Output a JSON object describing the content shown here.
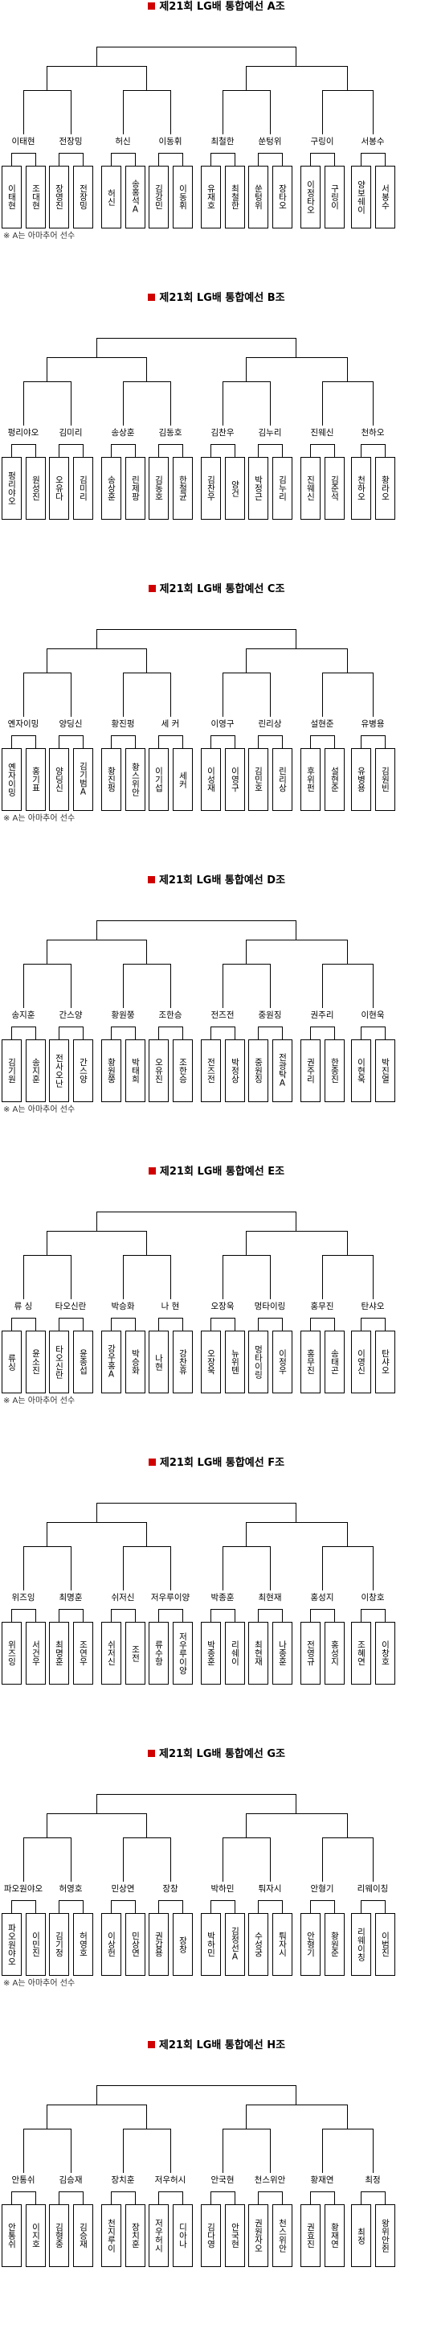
{
  "note_text": "※ A는 아마추어 선수",
  "groups": [
    {
      "title": "제21회 LG배 통합예선 A조",
      "note": true,
      "matches": [
        {
          "winner": "이태현",
          "players": [
            "이태현",
            "조대현"
          ]
        },
        {
          "winner": "전장밍",
          "players": [
            "장영진",
            "전장밍"
          ]
        },
        {
          "winner": "허신",
          "players": [
            "허신",
            "송홍석A"
          ]
        },
        {
          "winner": "이동휘",
          "players": [
            "김강민",
            "이동휘"
          ]
        },
        {
          "winner": "최철한",
          "players": [
            "유재호",
            "최철한"
          ]
        },
        {
          "winner": "쑨텅위",
          "players": [
            "쑨텅위",
            "장타오"
          ]
        },
        {
          "winner": "구링이",
          "players": [
            "이정타오",
            "구링이"
          ]
        },
        {
          "winner": "서봉수",
          "players": [
            "양보쉐이",
            "서봉수"
          ]
        }
      ]
    },
    {
      "title": "제21회 LG배 통합예선 B조",
      "note": false,
      "matches": [
        {
          "winner": "펑리야오",
          "players": [
            "펑리야오",
            "원성진"
          ]
        },
        {
          "winner": "김미리",
          "players": [
            "오유다",
            "김미리"
          ]
        },
        {
          "winner": "송상훈",
          "players": [
            "송상훈",
            "린제팡"
          ]
        },
        {
          "winner": "김동호",
          "players": [
            "김동호",
            "한철균"
          ]
        },
        {
          "winner": "김찬우",
          "players": [
            "김찬우",
            "양건"
          ]
        },
        {
          "winner": "김누리",
          "players": [
            "박정근",
            "김누리"
          ]
        },
        {
          "winner": "진웨신",
          "players": [
            "진웨신",
            "김준석"
          ]
        },
        {
          "winner": "천하오",
          "players": [
            "천하오",
            "황라오"
          ]
        }
      ]
    },
    {
      "title": "제21회 LG배 통합예선 C조",
      "note": true,
      "matches": [
        {
          "winner": "옌자이밍",
          "players": [
            "옌자이밍",
            "홍기표"
          ]
        },
        {
          "winner": "양딩신",
          "players": [
            "양딩신",
            "김기범A"
          ]
        },
        {
          "winner": "황진펑",
          "players": [
            "황진펑",
            "황스위안"
          ]
        },
        {
          "winner": "세 커",
          "players": [
            "이기섭",
            "세커"
          ]
        },
        {
          "winner": "이영구",
          "players": [
            "이성재",
            "이영구"
          ]
        },
        {
          "winner": "린리상",
          "players": [
            "김민호",
            "린리상"
          ]
        },
        {
          "winner": "설현준",
          "players": [
            "후위펀",
            "설현준"
          ]
        },
        {
          "winner": "유병용",
          "players": [
            "유병용",
            "김원빈"
          ]
        }
      ]
    },
    {
      "title": "제21회 LG배 통합예선 D조",
      "note": true,
      "matches": [
        {
          "winner": "송지훈",
          "players": [
            "김기원",
            "송지훈"
          ]
        },
        {
          "winner": "간스양",
          "players": [
            "전사오난",
            "간스양"
          ]
        },
        {
          "winner": "황원쭝",
          "players": [
            "황원쭝",
            "박태희"
          ]
        },
        {
          "winner": "조한승",
          "players": [
            "오유진",
            "조한승"
          ]
        },
        {
          "winner": "전즈전",
          "players": [
            "전즈전",
            "박정상"
          ]
        },
        {
          "winner": "중원징",
          "players": [
            "중원징",
            "전광탁A"
          ]
        },
        {
          "winner": "권주리",
          "players": [
            "권주리",
            "한종진"
          ]
        },
        {
          "winner": "이현욱",
          "players": [
            "이현욱",
            "박진열"
          ]
        }
      ]
    },
    {
      "title": "제21회 LG배 통합예선 E조",
      "note": true,
      "matches": [
        {
          "winner": "류 싱",
          "players": [
            "류싱",
            "윤소진"
          ]
        },
        {
          "winner": "타오신란",
          "players": [
            "타오신란",
            "윤종섭"
          ]
        },
        {
          "winner": "박승화",
          "players": [
            "강우홍A",
            "박승화"
          ]
        },
        {
          "winner": "나 현",
          "players": [
            "나현",
            "강찬휴"
          ]
        },
        {
          "winner": "오장욱",
          "players": [
            "오장욱",
            "뉴위톈"
          ]
        },
        {
          "winner": "멍타이링",
          "players": [
            "멍타이링",
            "이정우"
          ]
        },
        {
          "winner": "홍무진",
          "players": [
            "홍무진",
            "송태곤"
          ]
        },
        {
          "winner": "탄샤오",
          "players": [
            "이영신",
            "탄샤오"
          ]
        }
      ]
    },
    {
      "title": "제21회 LG배 통합예선 F조",
      "note": false,
      "matches": [
        {
          "winner": "위즈잉",
          "players": [
            "위즈잉",
            "서건우"
          ]
        },
        {
          "winner": "최명훈",
          "players": [
            "최명훈",
            "조연우"
          ]
        },
        {
          "winner": "쉬저신",
          "players": [
            "쉬저신",
            "조전"
          ]
        },
        {
          "winner": "저우루이양",
          "players": [
            "류수항",
            "저우루이양"
          ]
        },
        {
          "winner": "박종훈",
          "players": [
            "박종훈",
            "리쉐이"
          ]
        },
        {
          "winner": "최현재",
          "players": [
            "최현재",
            "나종훈"
          ]
        },
        {
          "winner": "홍성지",
          "players": [
            "전영규",
            "홍성지"
          ]
        },
        {
          "winner": "이창호",
          "players": [
            "조혜연",
            "이창호"
          ]
        }
      ]
    },
    {
      "title": "제21회 LG배 통합예선 G조",
      "note": true,
      "matches": [
        {
          "winner": "파오원야오",
          "players": [
            "파오원야오",
            "이민진"
          ]
        },
        {
          "winner": "허영호",
          "players": [
            "김기정",
            "허영호"
          ]
        },
        {
          "winner": "민상연",
          "players": [
            "이상헌",
            "민상연"
          ]
        },
        {
          "winner": "장창",
          "players": [
            "권갑용",
            "장창"
          ]
        },
        {
          "winner": "박하민",
          "players": [
            "박하민",
            "김정선A"
          ]
        },
        {
          "winner": "퉈자시",
          "players": [
            "수성궁",
            "퉈자시"
          ]
        },
        {
          "winner": "안형기",
          "players": [
            "안형기",
            "황원준"
          ]
        },
        {
          "winner": "리웨이칭",
          "players": [
            "리웨이칭",
            "이범진"
          ]
        }
      ]
    },
    {
      "title": "제21회 LG배 통합예선 H조",
      "note": false,
      "matches": [
        {
          "winner": "안통쉬",
          "players": [
            "안통쉬",
            "이지호"
          ]
        },
        {
          "winner": "김승재",
          "players": [
            "김형중",
            "김승재"
          ]
        },
        {
          "winner": "장치훈",
          "players": [
            "천지루이",
            "장치훈"
          ]
        },
        {
          "winner": "저우허시",
          "players": [
            "저우허시",
            "디아나"
          ]
        },
        {
          "winner": "안국현",
          "players": [
            "김다영",
            "안국현"
          ]
        },
        {
          "winner": "천스위안",
          "players": [
            "권원자오",
            "천스위안"
          ]
        },
        {
          "winner": "황재연",
          "players": [
            "권효진",
            "황재연"
          ]
        },
        {
          "winner": "최정",
          "players": [
            "최정",
            "왕위안쥔"
          ]
        }
      ]
    }
  ]
}
